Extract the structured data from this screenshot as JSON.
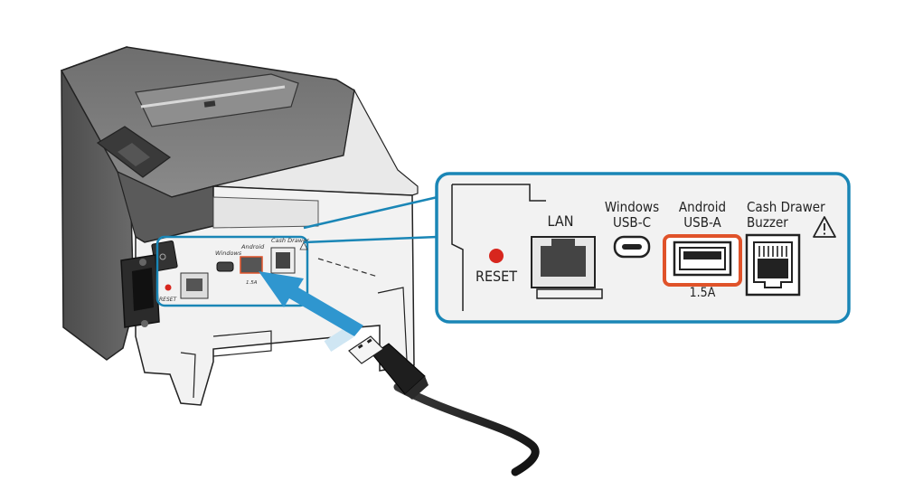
{
  "diagram": {
    "callout": {
      "reset_label": "RESET",
      "lan_label": "LAN",
      "windows_line1": "Windows",
      "windows_line2": "USB-C",
      "android_line1": "Android",
      "android_line2": "USB-A",
      "android_current": "1.5A",
      "cashdrawer_line1": "Cash Drawer",
      "cashdrawer_line2": "Buzzer"
    },
    "printer_rear": {
      "reset_label": "RESET",
      "windows_label": "Windows",
      "android_label": "Android",
      "cashdrawer_label": "Cash Drawer",
      "android_current": "1.5A"
    },
    "colors": {
      "callout_border": "#1a86b6",
      "highlight": "#e0532a",
      "arrow": "#2f96cf",
      "reset_led": "#d7261e"
    }
  }
}
